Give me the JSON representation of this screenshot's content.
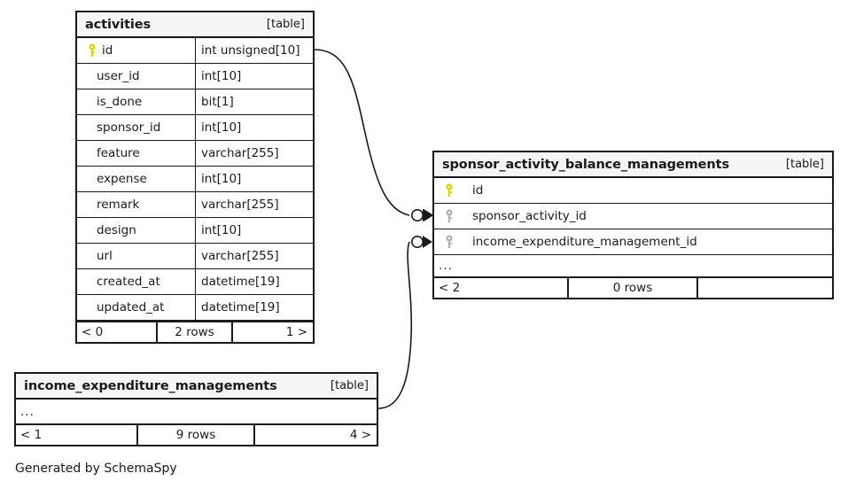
{
  "diagram": {
    "kind": "database-schema-erd",
    "credit": "Generated by SchemaSpy",
    "table_tag": "[table]",
    "ellipsis": "...",
    "colors": {
      "background": "#ffffff",
      "border": "#1a1a1a",
      "header_fill": "#f5f5f5",
      "primary_key": "#d6d600",
      "foreign_key": "#b3b3b3",
      "edge": "#1a1a1a"
    }
  },
  "tables": [
    {
      "id": "activities",
      "name": "activities",
      "tag": "[table]",
      "columns": [
        {
          "name": "id",
          "type": "int unsigned[10]",
          "key": "primary"
        },
        {
          "name": "user_id",
          "type": "int[10]",
          "key": "none"
        },
        {
          "name": "is_done",
          "type": "bit[1]",
          "key": "none"
        },
        {
          "name": "sponsor_id",
          "type": "int[10]",
          "key": "none"
        },
        {
          "name": "feature",
          "type": "varchar[255]",
          "key": "none"
        },
        {
          "name": "expense",
          "type": "int[10]",
          "key": "none"
        },
        {
          "name": "remark",
          "type": "varchar[255]",
          "key": "none"
        },
        {
          "name": "design",
          "type": "int[10]",
          "key": "none"
        },
        {
          "name": "url",
          "type": "varchar[255]",
          "key": "none"
        },
        {
          "name": "created_at",
          "type": "datetime[19]",
          "key": "none"
        },
        {
          "name": "updated_at",
          "type": "datetime[19]",
          "key": "none"
        }
      ],
      "has_ellipsis_row": false,
      "footer": {
        "left": "< 0",
        "middle": "2 rows",
        "right": "1 >"
      }
    },
    {
      "id": "sponsor_activity_balance_managements",
      "name": "sponsor_activity_balance_managements",
      "tag": "[table]",
      "columns": [
        {
          "name": "id",
          "type": "",
          "key": "primary"
        },
        {
          "name": "sponsor_activity_id",
          "type": "",
          "key": "foreign"
        },
        {
          "name": "income_expenditure_management_id",
          "type": "",
          "key": "foreign"
        }
      ],
      "has_ellipsis_row": true,
      "footer": {
        "left": "< 2",
        "middle": "0 rows",
        "right": ""
      }
    },
    {
      "id": "income_expenditure_managements",
      "name": "income_expenditure_managements",
      "tag": "[table]",
      "columns": [],
      "has_ellipsis_row": true,
      "footer": {
        "left": "< 1",
        "middle": "9 rows",
        "right": "4 >"
      }
    }
  ],
  "relationships": [
    {
      "id": "rel-activities-to-sponsor-activity-id",
      "from_table": "activities",
      "from_column": "id",
      "to_table": "sponsor_activity_balance_managements",
      "to_column": "sponsor_activity_id",
      "cardinality": "one-to-many",
      "end_marker": "crows-foot-optional"
    },
    {
      "id": "rel-income-expenditure-to-management-id",
      "from_table": "income_expenditure_managements",
      "from_column": "...",
      "to_table": "sponsor_activity_balance_managements",
      "to_column": "income_expenditure_management_id",
      "cardinality": "one-to-many",
      "end_marker": "crows-foot-optional"
    }
  ]
}
